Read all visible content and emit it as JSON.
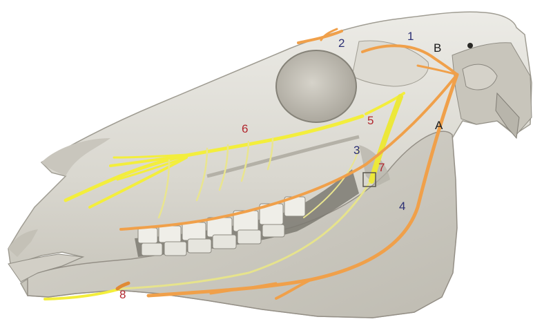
{
  "labels": {
    "n1": "1",
    "n2": "2",
    "n3": "3",
    "n4": "4",
    "n5": "5",
    "n6": "6",
    "n7": "7",
    "n8": "8",
    "A": "A",
    "B": "B"
  },
  "colors": {
    "background": "#ffffff",
    "bone_light": "#e3e2dc",
    "bone_mid": "#cfcdc5",
    "bone_shadow": "#a9a69d",
    "bone_dark": "#6d6a62",
    "teeth": "#eeede7",
    "nerve_orange": "#f0a04a",
    "nerve_yellow": "#f3ee3c",
    "nerve_pale_yellow": "#e9e58f",
    "label_blue": "#2b2f74",
    "label_red": "#b2272e",
    "label_black": "#1a1a1a"
  }
}
